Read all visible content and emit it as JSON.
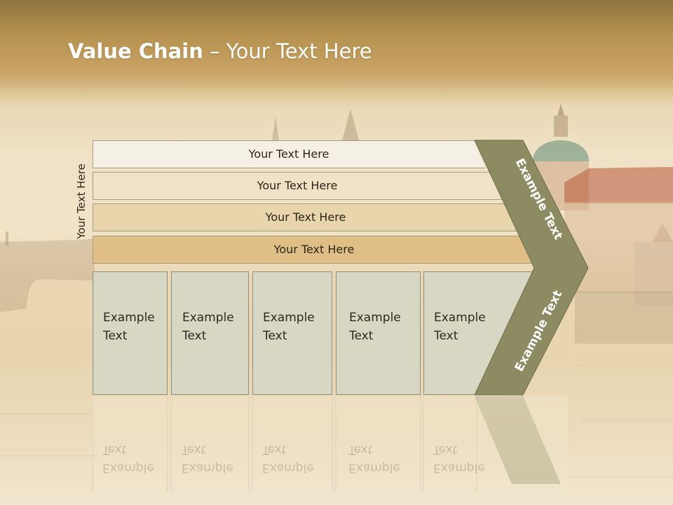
{
  "slide": {
    "title_bold": "Value Chain",
    "title_rest": " – Your Text Here",
    "vertical_label": "Your Text Here",
    "bars": [
      "Your Text Here",
      "Your Text Here",
      "Your Text Here",
      "Your Text Here"
    ],
    "boxes": [
      {
        "line1": "Example",
        "line2": "Text"
      },
      {
        "line1": "Example",
        "line2": "Text"
      },
      {
        "line1": "Example",
        "line2": "Text"
      },
      {
        "line1": "Example",
        "line2": "Text"
      },
      {
        "line1": "Example",
        "line2": "Text"
      }
    ],
    "arrow_upper_text": "Example Text",
    "arrow_lower_text": "Example Text"
  },
  "colors": {
    "bar1": "#f5f0e6",
    "bar2": "#efe2c7",
    "bar3": "#e8d5ac",
    "bar4": "#dfbf85",
    "box_fill": "#d7d7c4",
    "arrow_fill": "#8c8b62"
  }
}
